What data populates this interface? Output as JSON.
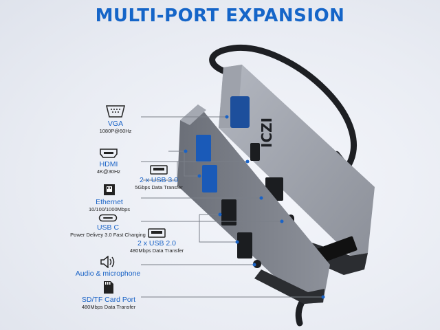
{
  "title": "MULTI-PORT EXPANSION",
  "colors": {
    "accent": "#1565c8",
    "label": "#1a63c6",
    "hub_body": "#7b7f89",
    "hub_top": "#9a9ea8"
  },
  "brand": "ICZI",
  "features": {
    "vga": {
      "label": "VGA",
      "sub": "1080P@60Hz",
      "icon": "vga-icon"
    },
    "hdmi": {
      "label": "HDMI",
      "sub": "4K@30Hz",
      "icon": "hdmi-icon"
    },
    "usb3": {
      "label": "2 x USB 3.0",
      "sub": "5Gbps Data Transfer",
      "icon": "usb-a-icon"
    },
    "ethernet": {
      "label": "Ethernet",
      "sub": "10/100/1000Mbps",
      "icon": "ethernet-icon"
    },
    "usbc": {
      "label": "USB C",
      "sub": "Power Delivey 3.0 Fast Charging",
      "icon": "usb-c-icon"
    },
    "usb2": {
      "label": "2 x USB 2.0",
      "sub": "480Mbps Data Transfer",
      "icon": "usb-a-icon"
    },
    "audio": {
      "label": "Audio & microphone",
      "icon": "speaker-icon"
    },
    "sdcard": {
      "label": "SD/TF Card Port",
      "sub": "480Mbps Data Transfer",
      "icon": "sd-card-icon"
    }
  }
}
